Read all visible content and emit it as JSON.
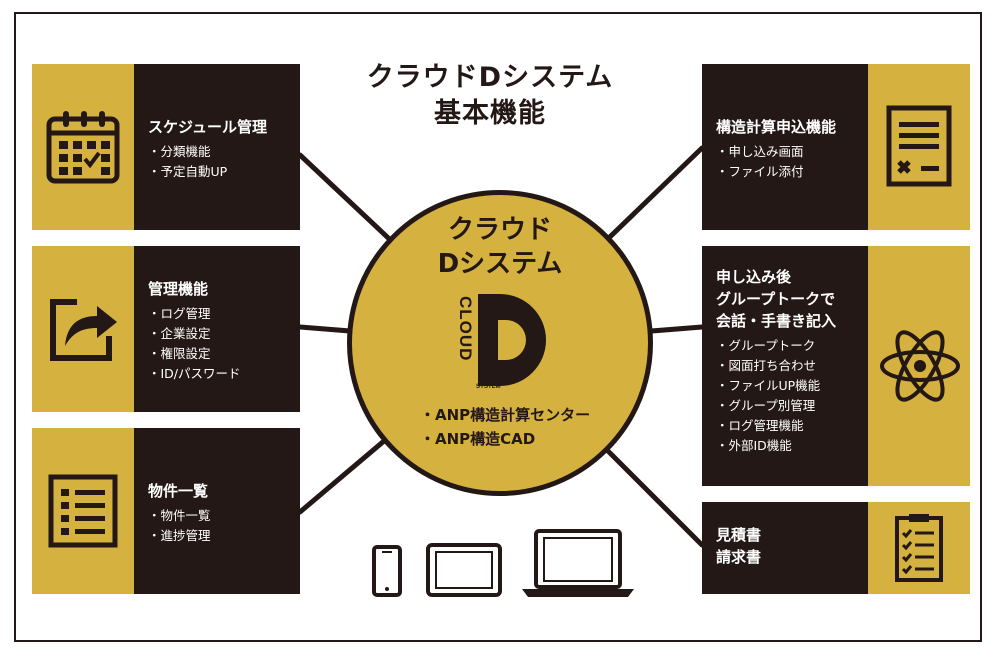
{
  "title": {
    "line1": "クラウドDシステム",
    "line2": "基本機能"
  },
  "center": {
    "title_line1": "クラウド",
    "title_line2": "Dシステム",
    "logo_letter": "D",
    "logo_cloud_text": "CLOUD",
    "logo_system_text": "SYSTEM",
    "items": [
      "・ANP構造計算センター",
      "・ANP構造CAD"
    ]
  },
  "panels": {
    "schedule": {
      "title": "スケジュール管理",
      "items": [
        "・分類機能",
        "・予定自動UP"
      ],
      "icon": "calendar-icon"
    },
    "admin": {
      "title": "管理機能",
      "items": [
        "・ログ管理",
        "・企業設定",
        "・権限設定",
        "・ID/パスワード"
      ],
      "icon": "share-arrow-icon"
    },
    "property": {
      "title": "物件一覧",
      "items": [
        "・物件一覧",
        "・進捗管理"
      ],
      "icon": "list-icon"
    },
    "structural": {
      "title": "構造計算申込機能",
      "items": [
        "・申し込み画面",
        "・ファイル添付"
      ],
      "icon": "form-document-icon"
    },
    "group": {
      "title_lines": [
        "申し込み後",
        "グループトークで",
        "会話・手書き記入"
      ],
      "items": [
        "・グループトーク",
        "・図面打ち合わせ",
        "・ファイルUP機能",
        "・グループ別管理",
        "・ログ管理機能",
        "・外部ID機能"
      ],
      "icon": "atom-icon"
    },
    "estimate": {
      "title_lines": [
        "見積書",
        "請求書"
      ],
      "icon": "checklist-icon"
    }
  },
  "devices": [
    "smartphone-icon",
    "tablet-icon",
    "laptop-icon"
  ],
  "colors": {
    "gold": "#d5b13f",
    "dark": "#231815",
    "white": "#ffffff"
  }
}
